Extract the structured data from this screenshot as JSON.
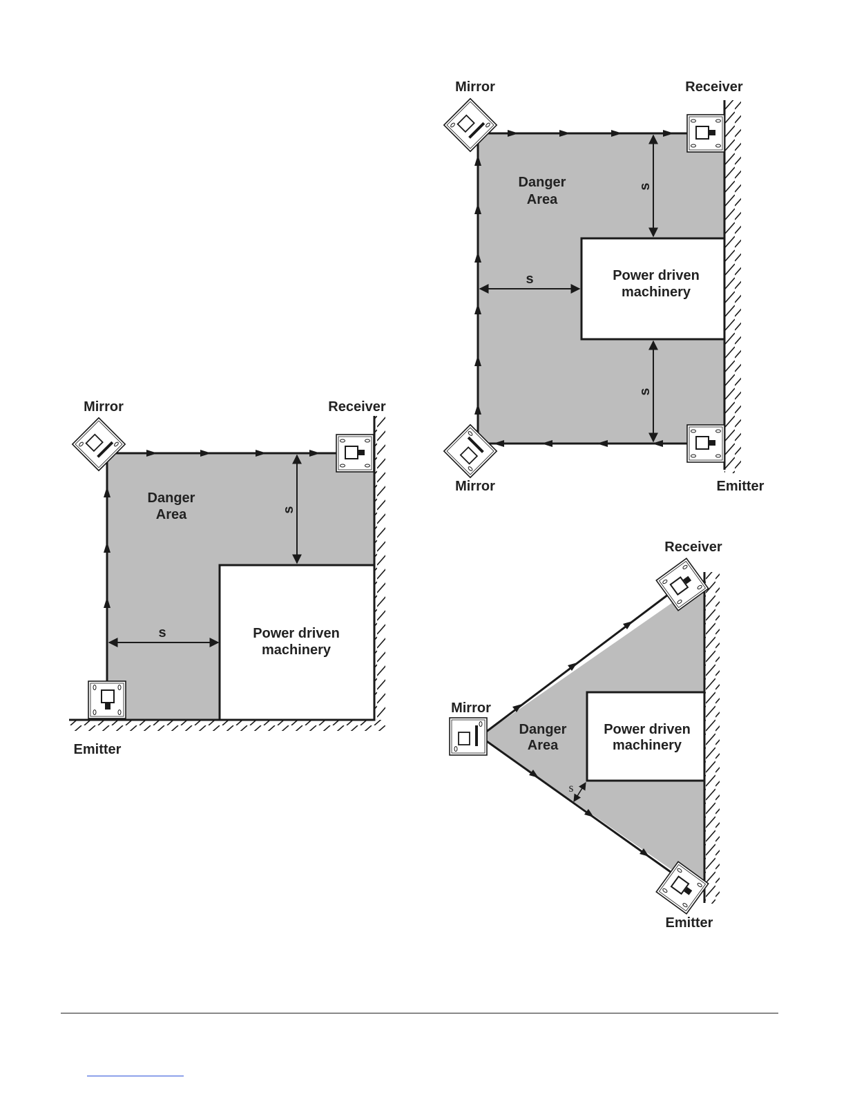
{
  "labels": {
    "mirror": "Mirror",
    "receiver": "Receiver",
    "emitter": "Emitter",
    "danger_line1": "Danger",
    "danger_line2": "Area",
    "machine_line1": "Power  driven",
    "machine_line2": "machinery",
    "s": "s"
  },
  "colors": {
    "danger_fill": "#bdbdbd",
    "line": "#1a1a1a",
    "link": "#2a4fd8"
  }
}
